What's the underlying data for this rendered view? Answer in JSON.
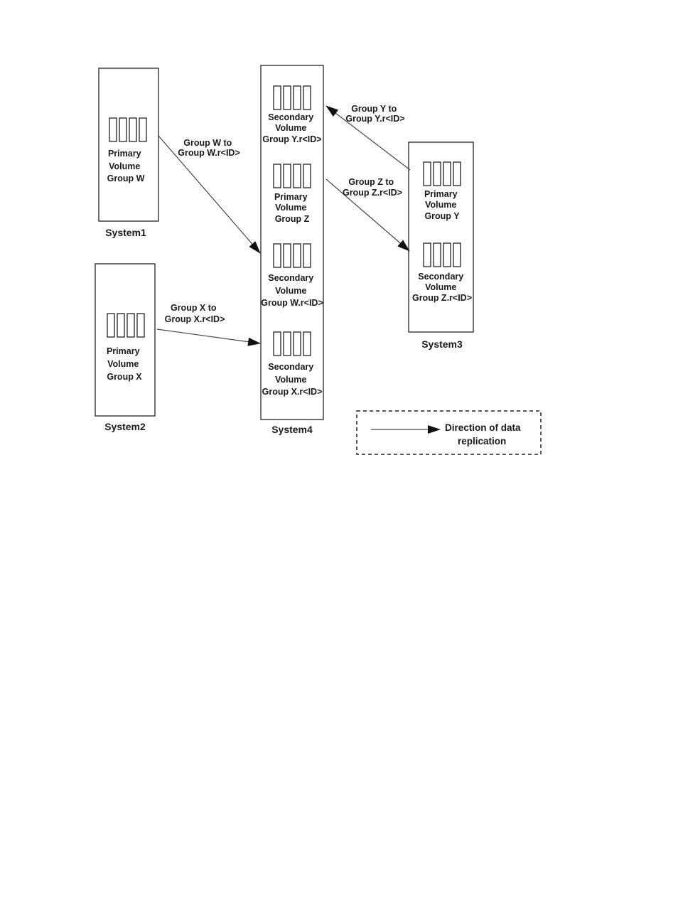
{
  "systems": [
    {
      "id": "system1",
      "label": "System1"
    },
    {
      "id": "system2",
      "label": "System2"
    },
    {
      "id": "system3",
      "label": "System3"
    },
    {
      "id": "system4",
      "label": "System4"
    }
  ],
  "volume_groups": {
    "primary_w": [
      "Primary",
      "Volume",
      "Group W"
    ],
    "primary_x": [
      "Primary",
      "Volume",
      "Group X"
    ],
    "primary_y": [
      "Primary",
      "Volume",
      "Group Y"
    ],
    "secondary_z": [
      "Secondary",
      "Volume",
      "Group Z.r<ID>"
    ],
    "secondary_y": [
      "Secondary",
      "Volume",
      "Group Y.r<ID>"
    ],
    "primary_z": [
      "Primary",
      "Volume",
      "Group Z"
    ],
    "secondary_w": [
      "Secondary",
      "Volume",
      "Group W.r<ID>"
    ],
    "secondary_x": [
      "Secondary",
      "Volume",
      "Group X.r<ID>"
    ]
  },
  "replications": {
    "w": [
      "Group W to",
      "Group W.r<ID>"
    ],
    "x": [
      "Group X to",
      "Group X.r<ID>"
    ],
    "y": [
      "Group Y to",
      "Group Y.r<ID>"
    ],
    "z": [
      "Group Z to",
      "Group Z.r<ID>"
    ]
  },
  "legend": {
    "line1": "Direction of data",
    "line2": "replication"
  }
}
